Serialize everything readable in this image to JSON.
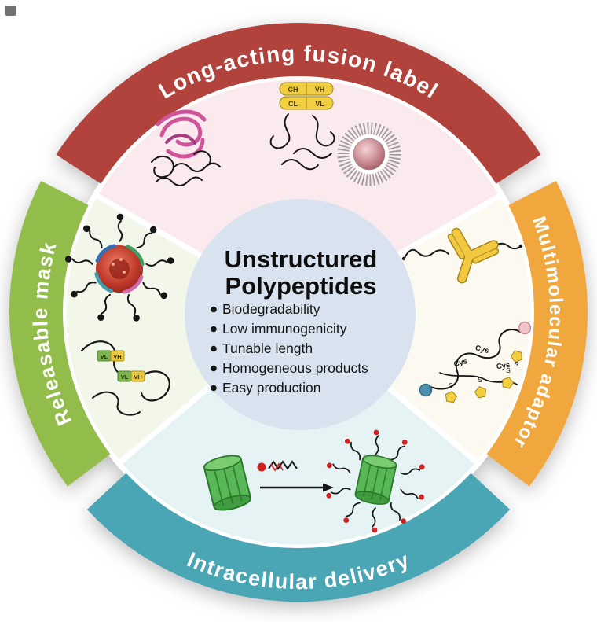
{
  "center": {
    "bg": "#d8e3ef",
    "title_line1": "Unstructured",
    "title_line2": "Polypeptides",
    "bullets": [
      "Biodegradability",
      "Low immunogenicity",
      "Tunable length",
      "Homogeneous products",
      "Easy production"
    ]
  },
  "ring": {
    "segments": [
      {
        "id": "top",
        "label": "Long-acting fusion label",
        "color": "#b2423c"
      },
      {
        "id": "right",
        "label": "Multimolecular adaptor",
        "color": "#f0a83e"
      },
      {
        "id": "bottom",
        "label": "Intracellular delivery",
        "color": "#4aa6b5"
      },
      {
        "id": "left",
        "label": "Releasable mask",
        "color": "#92bd4a"
      }
    ]
  },
  "quadrants": [
    {
      "id": "top",
      "bg": "#fbeaed"
    },
    {
      "id": "right",
      "bg": "#fcfaf0"
    },
    {
      "id": "bottom",
      "bg": "#e6f3f4"
    },
    {
      "id": "left",
      "bg": "#f2f7ea"
    }
  ],
  "labels": {
    "ch": "CH",
    "vh": "VH",
    "cl": "CL",
    "vl": "VL",
    "cys": "Cys",
    "s": "S"
  }
}
